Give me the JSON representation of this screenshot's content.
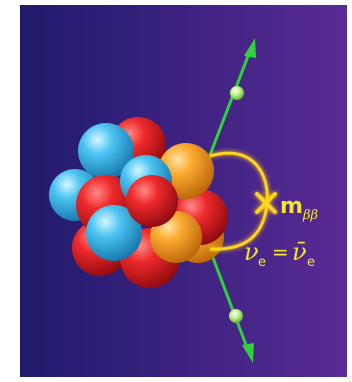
{
  "colors": {
    "background_left": "#1f1b6b",
    "background_right": "#5a2a95",
    "neutrino_line": "#2fd13c",
    "electron_dot": "#b6f07a",
    "vertex_loop": "#ffd21a",
    "label": "#f5e62a",
    "proton_red": "#e0161c",
    "neutron_cyan": "#35b8ee",
    "nucleon_orange": "#f7a128"
  },
  "labels": {
    "mass_base": "m",
    "mass_sub": "ββ",
    "nu_e": "ν",
    "nu_sub": "e",
    "equals": "=",
    "nubar_e": "ν̄",
    "nubar_sub": "e"
  },
  "icons": {
    "nucleus": "nucleus-icon",
    "vertex_cross": "x-cross-icon",
    "arrow": "arrow-up-icon"
  }
}
